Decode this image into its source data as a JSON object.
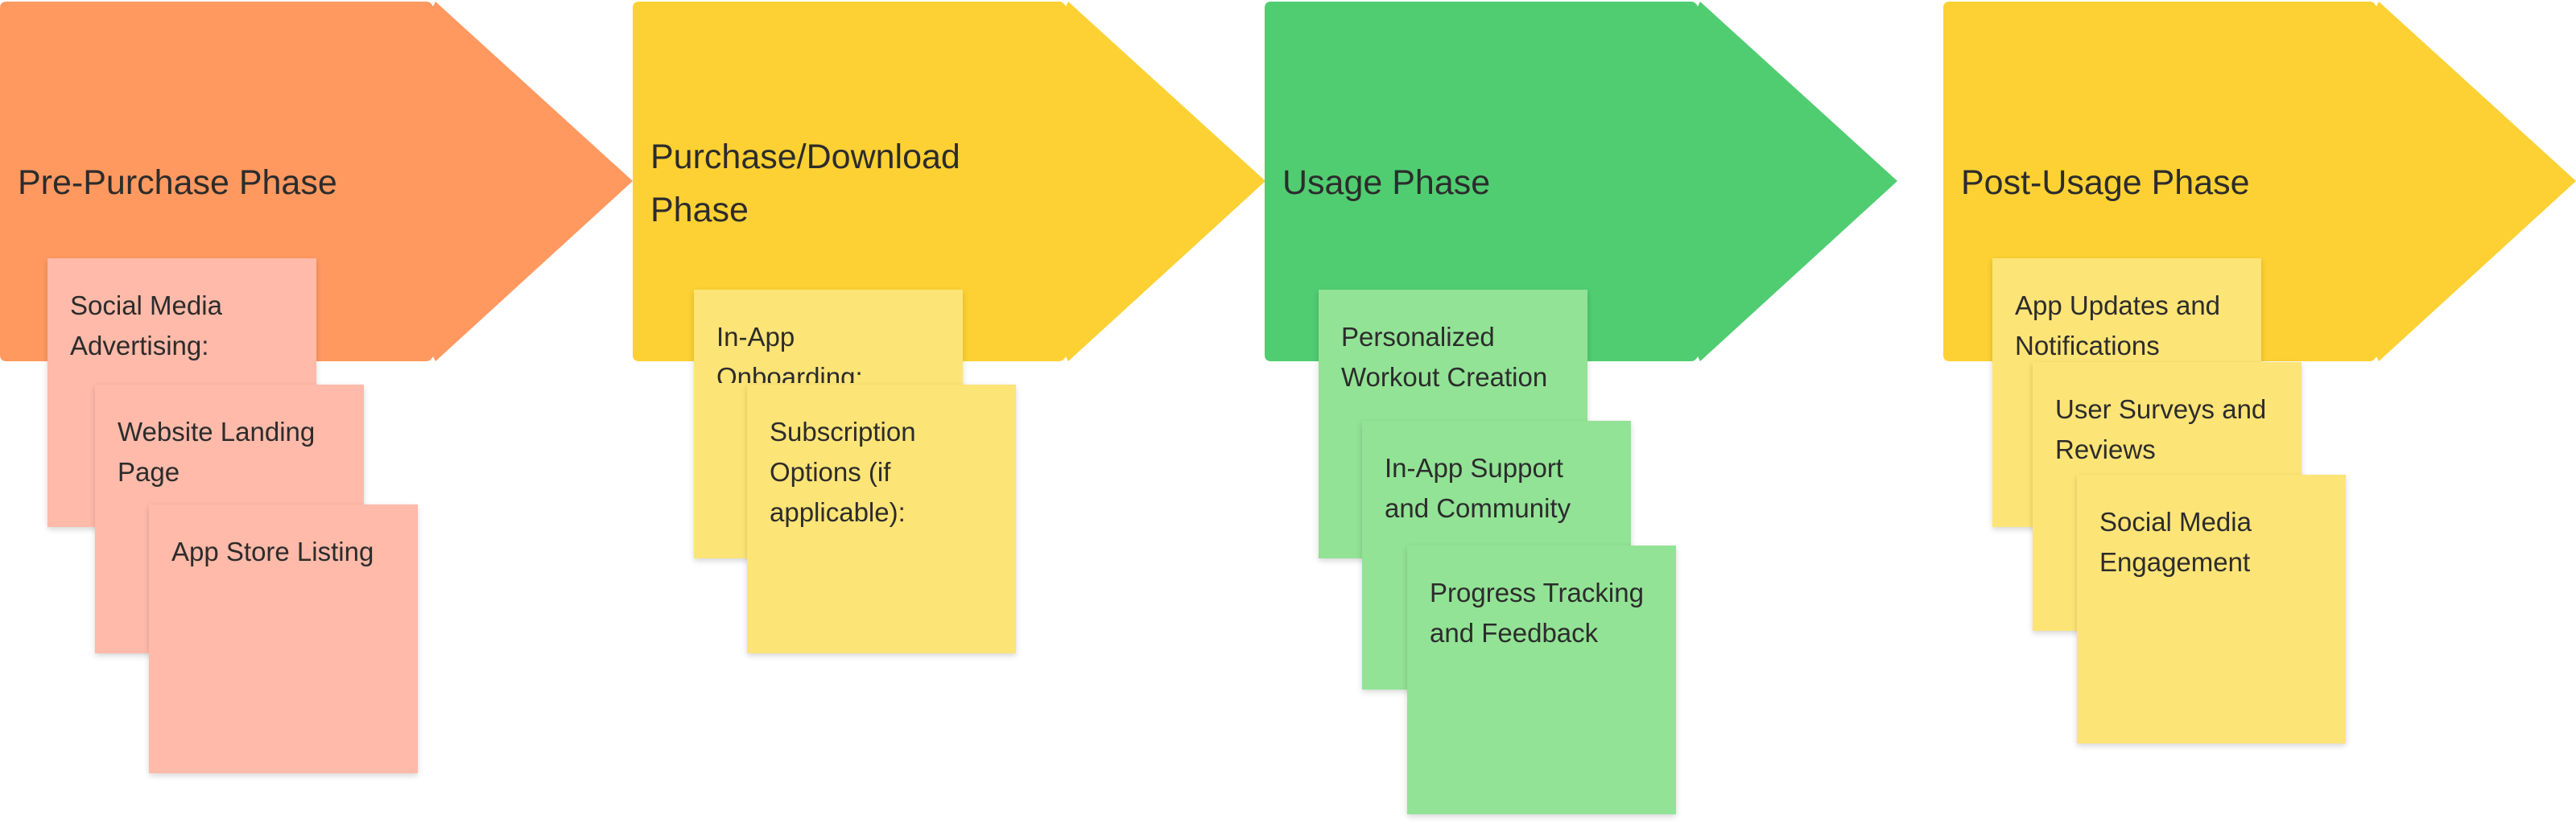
{
  "colors": {
    "orange_phase": "#ff9960",
    "yellow_phase": "#fdd133",
    "green_phase": "#50cd71",
    "pink_note": "#ffbaa9",
    "yellow_note": "#fde476",
    "green_note": "#92e395",
    "text": "#2c2c2c"
  },
  "phases": [
    {
      "title": "Pre-Purchase Phase",
      "notes": [
        "Social Media Advertising:",
        "Website Landing Page",
        "App Store Listing"
      ]
    },
    {
      "title": "Purchase/Download\nPhase",
      "notes": [
        "In-App Onboarding:",
        "Subscription Options (if applicable):"
      ]
    },
    {
      "title": "Usage Phase",
      "notes": [
        "Personalized Workout Creation",
        "In-App Support and Community",
        "Progress Tracking and Feedback"
      ]
    },
    {
      "title": "Post-Usage Phase",
      "notes": [
        "App Updates and Notifications",
        "User Surveys and Reviews",
        "Social Media Engagement"
      ]
    }
  ]
}
